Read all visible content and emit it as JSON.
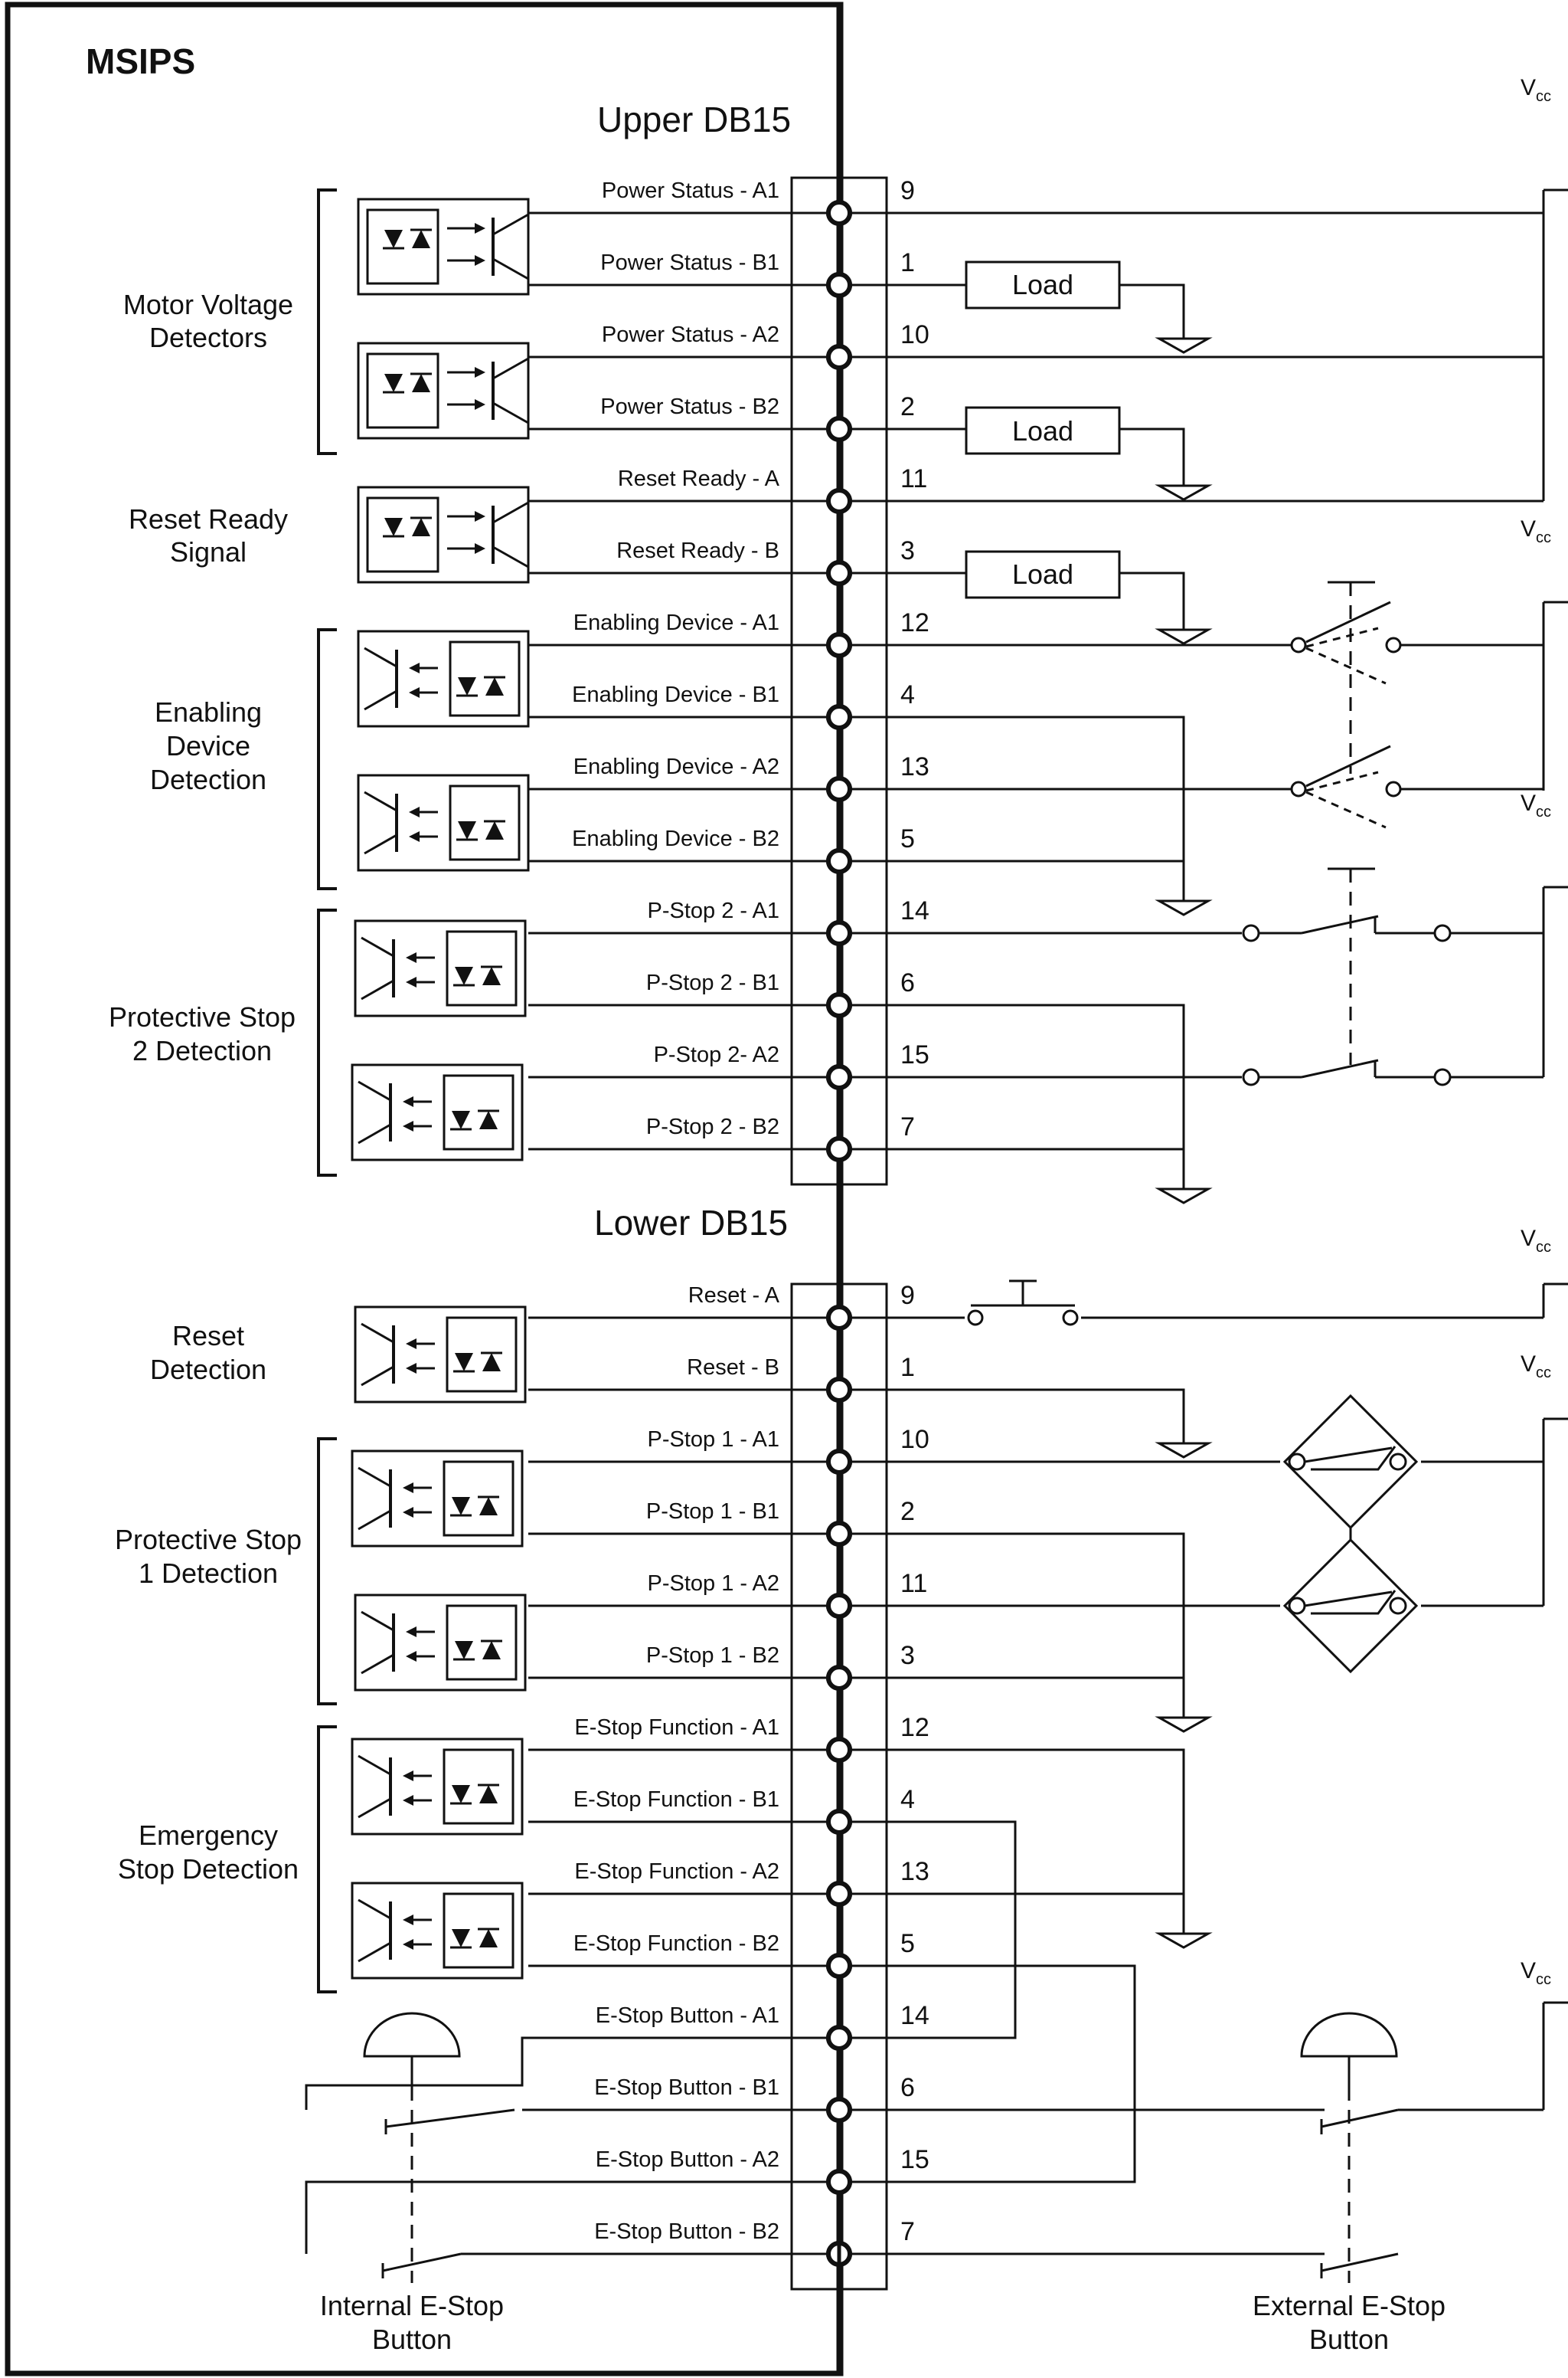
{
  "title": "MSIPS",
  "upper_label": "Upper DB15",
  "lower_label": "Lower DB15",
  "vcc_label": "V",
  "vcc_sub": "cc",
  "load_label": "Load",
  "upper_pins": [
    {
      "label": "Power Status - A1",
      "num": "9"
    },
    {
      "label": "Power Status - B1",
      "num": "1"
    },
    {
      "label": "Power Status - A2",
      "num": "10"
    },
    {
      "label": "Power Status - B2",
      "num": "2"
    },
    {
      "label": "Reset Ready - A",
      "num": "11"
    },
    {
      "label": "Reset Ready - B",
      "num": "3"
    },
    {
      "label": "Enabling Device - A1",
      "num": "12"
    },
    {
      "label": "Enabling Device - B1",
      "num": "4"
    },
    {
      "label": "Enabling Device - A2",
      "num": "13"
    },
    {
      "label": "Enabling Device - B2",
      "num": "5"
    },
    {
      "label": "P-Stop 2 - A1",
      "num": "14"
    },
    {
      "label": "P-Stop 2 - B1",
      "num": "6"
    },
    {
      "label": "P-Stop 2- A2",
      "num": "15"
    },
    {
      "label": "P-Stop 2 - B2",
      "num": "7"
    }
  ],
  "lower_pins": [
    {
      "label": "Reset - A",
      "num": "9"
    },
    {
      "label": "Reset - B",
      "num": "1"
    },
    {
      "label": "P-Stop 1 - A1",
      "num": "10"
    },
    {
      "label": "P-Stop 1 - B1",
      "num": "2"
    },
    {
      "label": "P-Stop 1 - A2",
      "num": "11"
    },
    {
      "label": "P-Stop 1 - B2",
      "num": "3"
    },
    {
      "label": "E-Stop Function - A1",
      "num": "12"
    },
    {
      "label": "E-Stop Function - B1",
      "num": "4"
    },
    {
      "label": "E-Stop Function - A2",
      "num": "13"
    },
    {
      "label": "E-Stop Function - B2",
      "num": "5"
    },
    {
      "label": "E-Stop Button - A1",
      "num": "14"
    },
    {
      "label": "E-Stop Button - B1",
      "num": "6"
    },
    {
      "label": "E-Stop Button - A2",
      "num": "15"
    },
    {
      "label": "E-Stop Button - B2",
      "num": "7"
    }
  ],
  "groups": {
    "motor_voltage": [
      "Motor Voltage",
      "Detectors"
    ],
    "reset_ready": [
      "Reset Ready",
      "Signal"
    ],
    "enabling_device": [
      "Enabling",
      "Device",
      "Detection"
    ],
    "pstop2": [
      "Protective Stop",
      "2 Detection"
    ],
    "reset_detection": [
      "Reset",
      "Detection"
    ],
    "pstop1": [
      "Protective Stop",
      "1 Detection"
    ],
    "estop": [
      "Emergency",
      "Stop Detection"
    ]
  },
  "internal_estop": [
    "Internal E-Stop",
    "Button"
  ],
  "external_estop": [
    "External E-Stop",
    "Button"
  ]
}
